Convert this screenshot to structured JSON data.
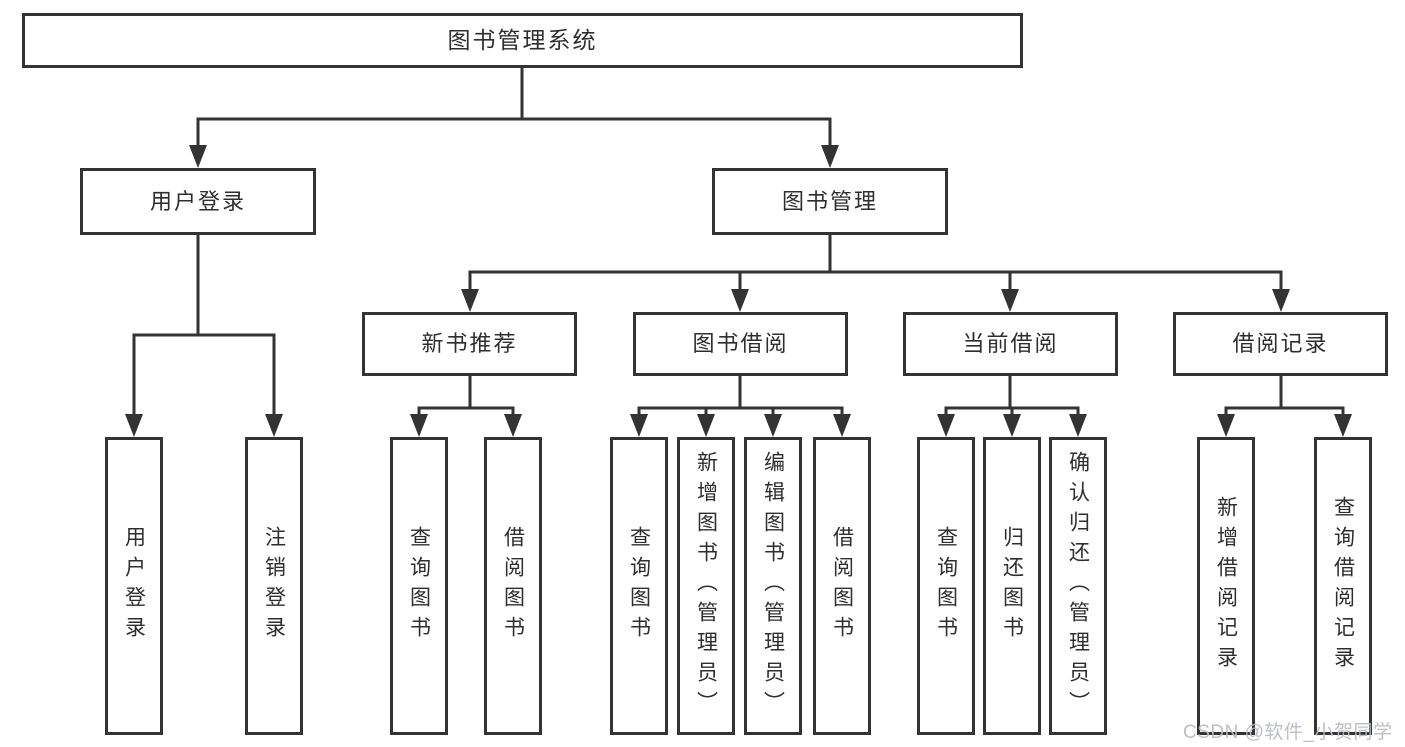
{
  "diagram": {
    "title": "图书管理系统",
    "level2": {
      "user_login": "用户登录",
      "book_management": "图书管理"
    },
    "level3": {
      "new_book_recommend": "新书推荐",
      "book_borrow": "图书借阅",
      "current_borrow": "当前借阅",
      "borrow_records": "借阅记录"
    },
    "leaves": {
      "user_login": "用户登录",
      "logout": "注销登录",
      "recommend_query": "查询图书",
      "recommend_borrow": "借阅图书",
      "borrow_query": "查询图书",
      "borrow_add": "新增图书（管理员）",
      "borrow_edit": "编辑图书（管理员）",
      "borrow_lend": "借阅图书",
      "current_query": "查询图书",
      "current_return": "归还图书",
      "current_confirm": "确认归还（管理员）",
      "records_add": "新增借阅记录",
      "records_query": "查询借阅记录"
    }
  },
  "watermark": "CSDN @软件_小贺同学",
  "colors": {
    "background": "#ffffff",
    "line": "#333333",
    "box_border": "#333333",
    "text": "#2e2e2e",
    "watermark": "#b9bcc1"
  }
}
